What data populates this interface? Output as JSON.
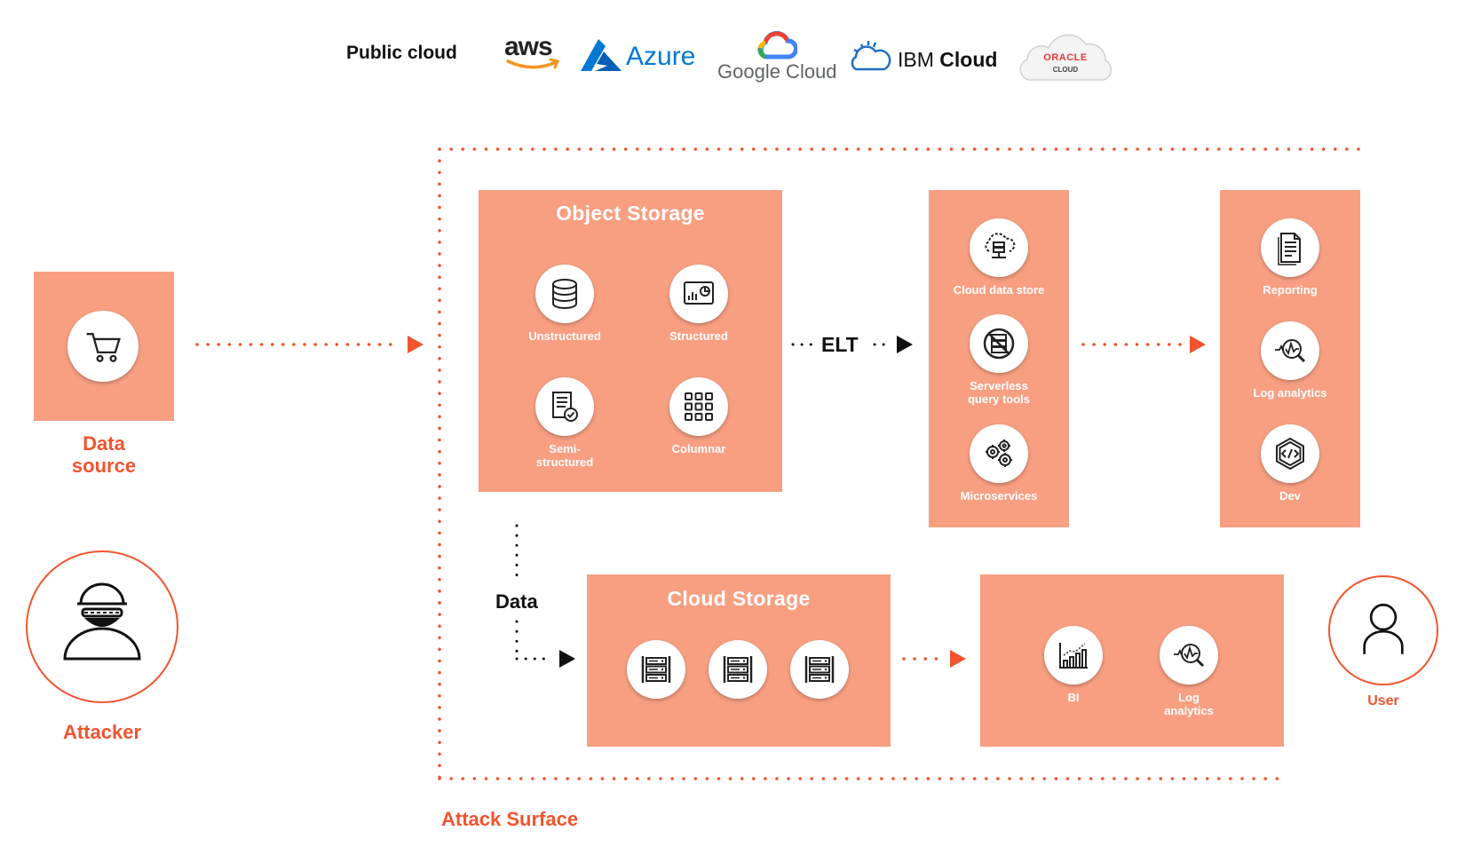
{
  "header": {
    "public_cloud_label": "Public cloud",
    "logos": {
      "aws": "aws",
      "azure": "Azure",
      "google": "Google Cloud",
      "ibm_prefix": "IBM",
      "ibm_suffix": "Cloud",
      "oracle": "ORACLE",
      "oracle_sub": "CLOUD"
    }
  },
  "data_source": {
    "label_line1": "Data",
    "label_line2": "source",
    "icon": "shopping-cart-icon"
  },
  "attacker": {
    "label": "Attacker",
    "icon": "hacker-icon"
  },
  "user": {
    "label": "User",
    "icon": "user-icon"
  },
  "attack_surface_label": "Attack Surface",
  "object_storage": {
    "title": "Object Storage",
    "items": [
      {
        "label": "Unstructured",
        "icon": "database-icon"
      },
      {
        "label": "Structured",
        "icon": "dashboard-chart-icon"
      },
      {
        "label_line1": "Semi-",
        "label_line2": "structured",
        "icon": "document-check-icon"
      },
      {
        "label": "Columnar",
        "icon": "grid-icon"
      }
    ]
  },
  "elt_label": "ELT",
  "compute_box": {
    "items": [
      {
        "label": "Cloud data store",
        "icon": "cloud-server-icon"
      },
      {
        "label_line1": "Serverless",
        "label_line2": "query tools",
        "icon": "no-server-icon"
      },
      {
        "label": "Microservices",
        "icon": "gears-icon"
      }
    ]
  },
  "consume_box": {
    "items": [
      {
        "label": "Reporting",
        "icon": "report-document-icon"
      },
      {
        "label": "Log analytics",
        "icon": "magnifier-pulse-icon"
      },
      {
        "label": "Dev",
        "icon": "code-hexagon-icon"
      }
    ]
  },
  "data_label": "Data",
  "cloud_storage": {
    "title": "Cloud Storage",
    "items": [
      {
        "icon": "server-rack-icon"
      },
      {
        "icon": "server-rack-icon"
      },
      {
        "icon": "server-rack-icon"
      }
    ]
  },
  "analytics_box": {
    "items": [
      {
        "label": "BI",
        "icon": "bar-chart-icon"
      },
      {
        "label_line1": "Log",
        "label_line2": "analytics",
        "icon": "magnifier-pulse-icon"
      }
    ]
  },
  "colors": {
    "accent": "#f2542d",
    "box": "#f89f82",
    "arrow": "#f2542d"
  }
}
